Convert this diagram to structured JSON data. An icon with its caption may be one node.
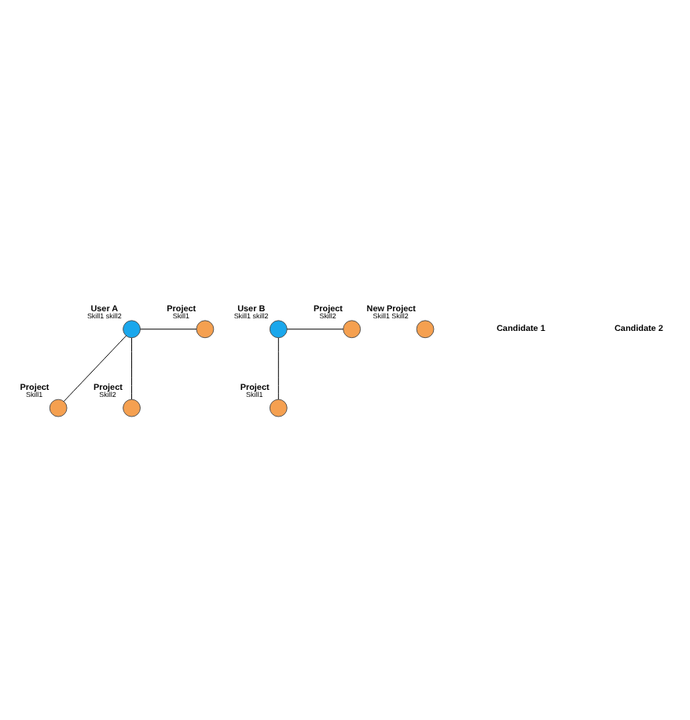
{
  "diagram": {
    "nodes": [
      {
        "text": [],
        "shape": "circle",
        "beside": [
          "User A",
          "Skill1 skill2"
        ]
      },
      {
        "text": [],
        "shape": "circle",
        "beside": [
          "Project",
          "Skill1"
        ]
      },
      {
        "text": [],
        "shape": "circle",
        "beside": [
          "Project",
          "Skill1"
        ]
      },
      {
        "text": [],
        "shape": "circle",
        "beside": [
          "Project",
          "Skill2"
        ]
      },
      {
        "text": [],
        "shape": "circle",
        "beside": [
          "User B",
          "Skill1 skill2"
        ]
      },
      {
        "text": [],
        "shape": "circle",
        "beside": [
          "Project",
          "Skill1"
        ]
      },
      {
        "text": [],
        "shape": "circle",
        "beside": [
          "Project",
          "Skill2"
        ]
      },
      {
        "text": [],
        "shape": "circle",
        "beside": [
          "New Project",
          "Skill1 Skill2"
        ]
      }
    ],
    "edges": [
      {
        "from": 0,
        "to": 1,
        "arrow": "none"
      },
      {
        "from": 0,
        "to": 2,
        "arrow": "none"
      },
      {
        "from": 0,
        "to": 3,
        "arrow": "none"
      },
      {
        "from": 4,
        "to": 5,
        "arrow": "none"
      },
      {
        "from": 4,
        "to": 6,
        "arrow": "none"
      }
    ],
    "labels": [
      "Candidate 1",
      "Candidate 2"
    ]
  }
}
